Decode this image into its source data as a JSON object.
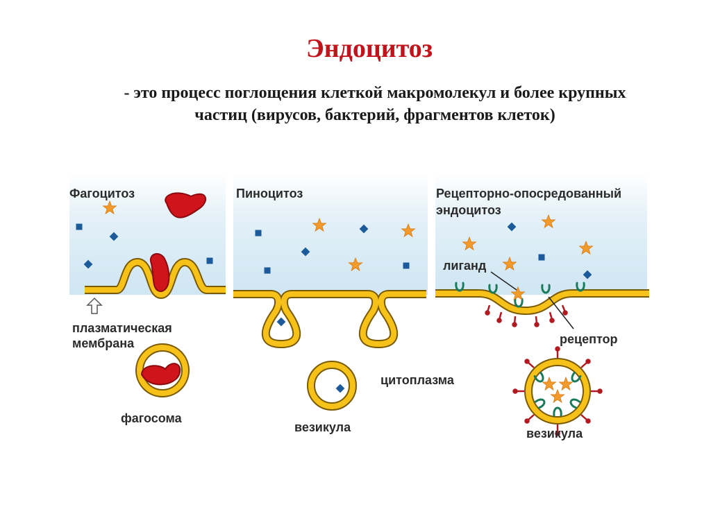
{
  "slide": {
    "title": "Эндоцитоз",
    "subtitle_line1": "- это процесс поглощения клеткой макромолекул и более крупных",
    "subtitle_line2": "частиц (вирусов, бактерий, фрагментов клеток)"
  },
  "panels": {
    "phago": {
      "title": "Фагоцитоз",
      "membrane_label_line1": "плазматическая",
      "membrane_label_line2": "мембрана",
      "phagosome_label": "фагосома"
    },
    "pino": {
      "title": "Пиноцитоз",
      "cytoplasm_label": "цитоплазма",
      "vesicle_label": "везикула"
    },
    "receptor": {
      "title_line1": "Рецепторно-опосредованный",
      "title_line2": "эндоцитоз",
      "ligand_label": "лиганд",
      "receptor_label": "рецептор",
      "vesicle_label": "везикула"
    }
  },
  "colors": {
    "title": "#c0141c",
    "membrane_fill": "#f6c21a",
    "membrane_outline": "#7a5a00",
    "extracellular": "#d6ebf5",
    "particle_red": "#d0141c",
    "ligand_orange": "#f39a2c",
    "molecule_blue": "#1c5a9a",
    "receptor_green": "#1a7a5a",
    "coat_red": "#b01a20"
  }
}
